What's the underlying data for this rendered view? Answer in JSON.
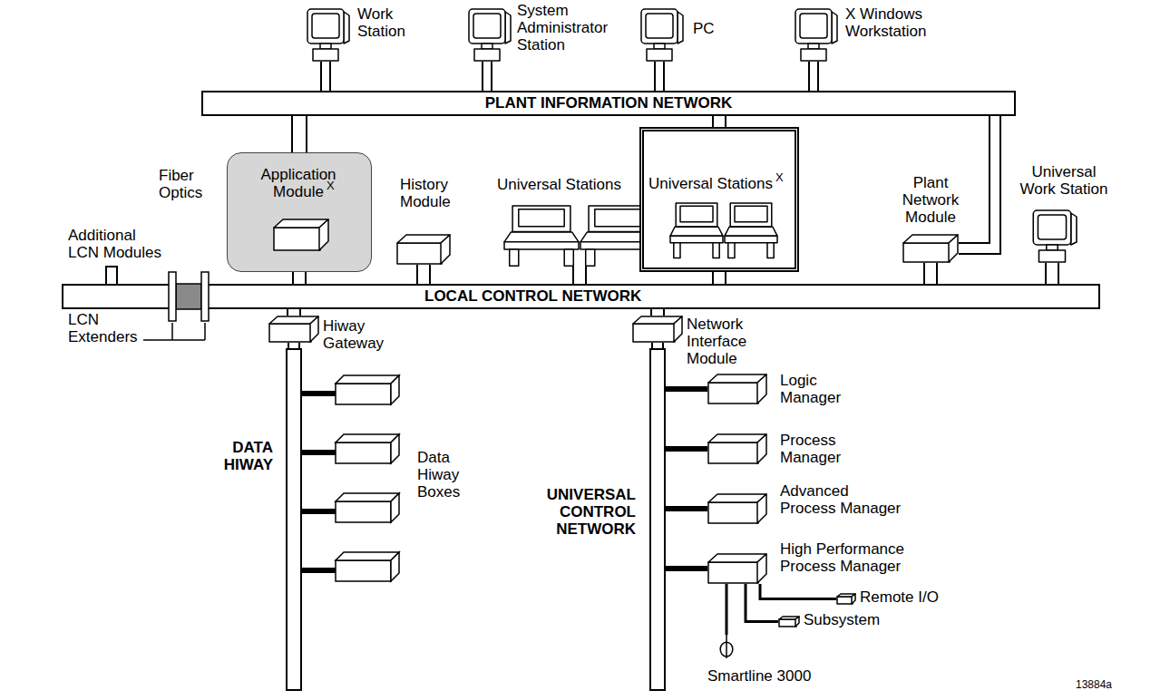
{
  "diagram": {
    "nodes": [
      {
        "text": [
          "Work Station"
        ]
      },
      {
        "text": [
          "System Administrator Station"
        ]
      },
      {
        "text": [
          "PC"
        ]
      },
      {
        "text": [
          "X Windows Workstation"
        ]
      },
      {
        "text": [
          "PLANT INFORMATION NETWORK"
        ]
      },
      {
        "text": [
          "Application Module",
          "X"
        ]
      },
      {
        "text": [
          "History Module"
        ]
      },
      {
        "text": [
          "Universal Stations"
        ]
      },
      {
        "text": [
          "Universal Stations",
          "X"
        ]
      },
      {
        "text": [
          "Plant Network Module"
        ]
      },
      {
        "text": [
          "Universal Work Station"
        ]
      },
      {
        "text": [
          "LOCAL CONTROL NETWORK"
        ]
      },
      {
        "text": [
          "Hiway Gateway"
        ]
      },
      {
        "text": [
          "DATA HIWAY"
        ]
      },
      {
        "text": [
          "Network Interface Module"
        ]
      },
      {
        "text": [
          "UNIVERSAL CONTROL NETWORK"
        ]
      },
      {
        "text": [
          "Logic Manager"
        ]
      },
      {
        "text": [
          "Process Manager"
        ]
      },
      {
        "text": [
          "Advanced Process Manager"
        ]
      },
      {
        "text": [
          "High Performance Process Manager"
        ]
      },
      {
        "text": [
          "Remote I/O"
        ]
      },
      {
        "text": [
          "Subsystem"
        ]
      },
      {
        "text": [
          "Smartline 3000"
        ]
      }
    ],
    "edges": [
      {
        "from": 0,
        "to": 4,
        "arrow": "none"
      },
      {
        "from": 1,
        "to": 4,
        "arrow": "none"
      },
      {
        "from": 2,
        "to": 4,
        "arrow": "none"
      },
      {
        "from": 3,
        "to": 4,
        "arrow": "none"
      },
      {
        "from": 4,
        "to": 5,
        "arrow": "none"
      },
      {
        "from": 5,
        "to": 11,
        "arrow": "none"
      },
      {
        "from": 6,
        "to": 11,
        "arrow": "none"
      },
      {
        "from": 7,
        "to": 11,
        "arrow": "none"
      },
      {
        "from": 4,
        "to": 8,
        "arrow": "none"
      },
      {
        "from": 8,
        "to": 11,
        "arrow": "none"
      },
      {
        "from": 4,
        "to": 9,
        "arrow": "none"
      },
      {
        "from": 9,
        "to": 11,
        "arrow": "none"
      },
      {
        "from": 10,
        "to": 11,
        "arrow": "none"
      },
      {
        "from": 11,
        "to": 12,
        "arrow": "none"
      },
      {
        "from": 12,
        "to": 13,
        "arrow": "none"
      },
      {
        "from": 11,
        "to": 14,
        "arrow": "none"
      },
      {
        "from": 14,
        "to": 15,
        "arrow": "none"
      },
      {
        "from": 15,
        "to": 16,
        "arrow": "none"
      },
      {
        "from": 15,
        "to": 17,
        "arrow": "none"
      },
      {
        "from": 15,
        "to": 18,
        "arrow": "none"
      },
      {
        "from": 15,
        "to": 19,
        "arrow": "none"
      },
      {
        "from": 19,
        "to": 20,
        "arrow": "none"
      },
      {
        "from": 19,
        "to": 21,
        "arrow": "none"
      },
      {
        "from": 19,
        "to": 22,
        "arrow": "none"
      }
    ],
    "labels": [
      "Additional LCN Modules",
      "Fiber Optics",
      "LCN Extenders",
      "Data Hiway Boxes",
      "13884a"
    ]
  }
}
